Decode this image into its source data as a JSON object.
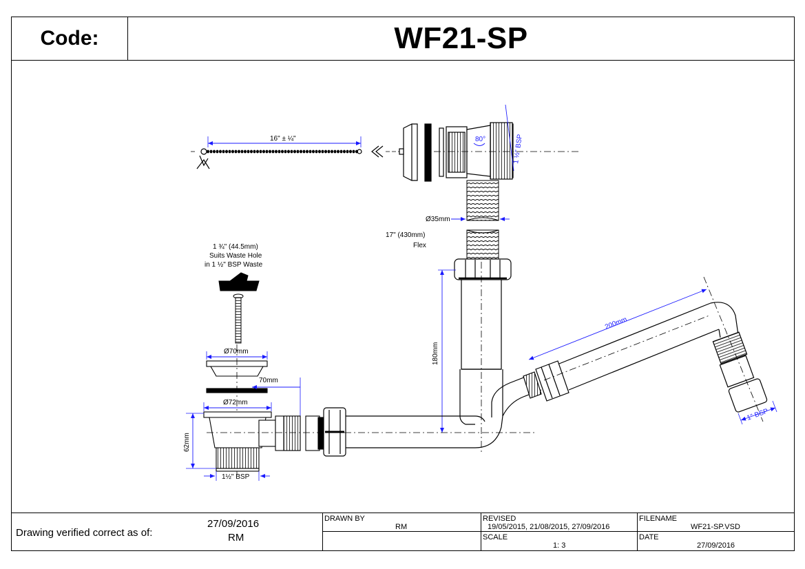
{
  "header": {
    "code_label": "Code:",
    "code_value": "WF21-SP"
  },
  "dimensions": {
    "chain_length": "16\" ± ¼\"",
    "angle": "80°",
    "top_thread": "1 ½\" BSP",
    "flex_diameter": "Ø35mm",
    "flex_length_line1": "17\" (430mm)",
    "flex_length_line2": "Flex",
    "plug_line1": "1 ¾\" (44.5mm)",
    "plug_line2": "Suits Waste Hole",
    "plug_line3": "in 1 ½\" BSP Waste",
    "flange_diameter": "Ø70mm",
    "gasket_width": "70mm",
    "body_diameter": "Ø72mm",
    "body_height": "62mm",
    "bottom_thread": "1½\" BSP",
    "riser_height": "180mm",
    "arm_length": "200mm",
    "outlet_thread": "1\" BSP"
  },
  "footer": {
    "verified_label": "Drawing verified correct as of:",
    "verified_date": "27/09/2016",
    "verified_by": "RM",
    "drawn_by_label": "DRAWN BY",
    "drawn_by_value": "RM",
    "revised_label": "REVISED",
    "revised_value": "19/05/2015, 21/08/2015, 27/09/2016",
    "scale_label": "SCALE",
    "scale_value": "1: 3",
    "filename_label": "FILENAME",
    "filename_value": "WF21-SP.VSD",
    "date_label": "DATE",
    "date_value": "27/09/2016"
  },
  "colors": {
    "dimension": "#1a1aff",
    "line": "#000000"
  }
}
